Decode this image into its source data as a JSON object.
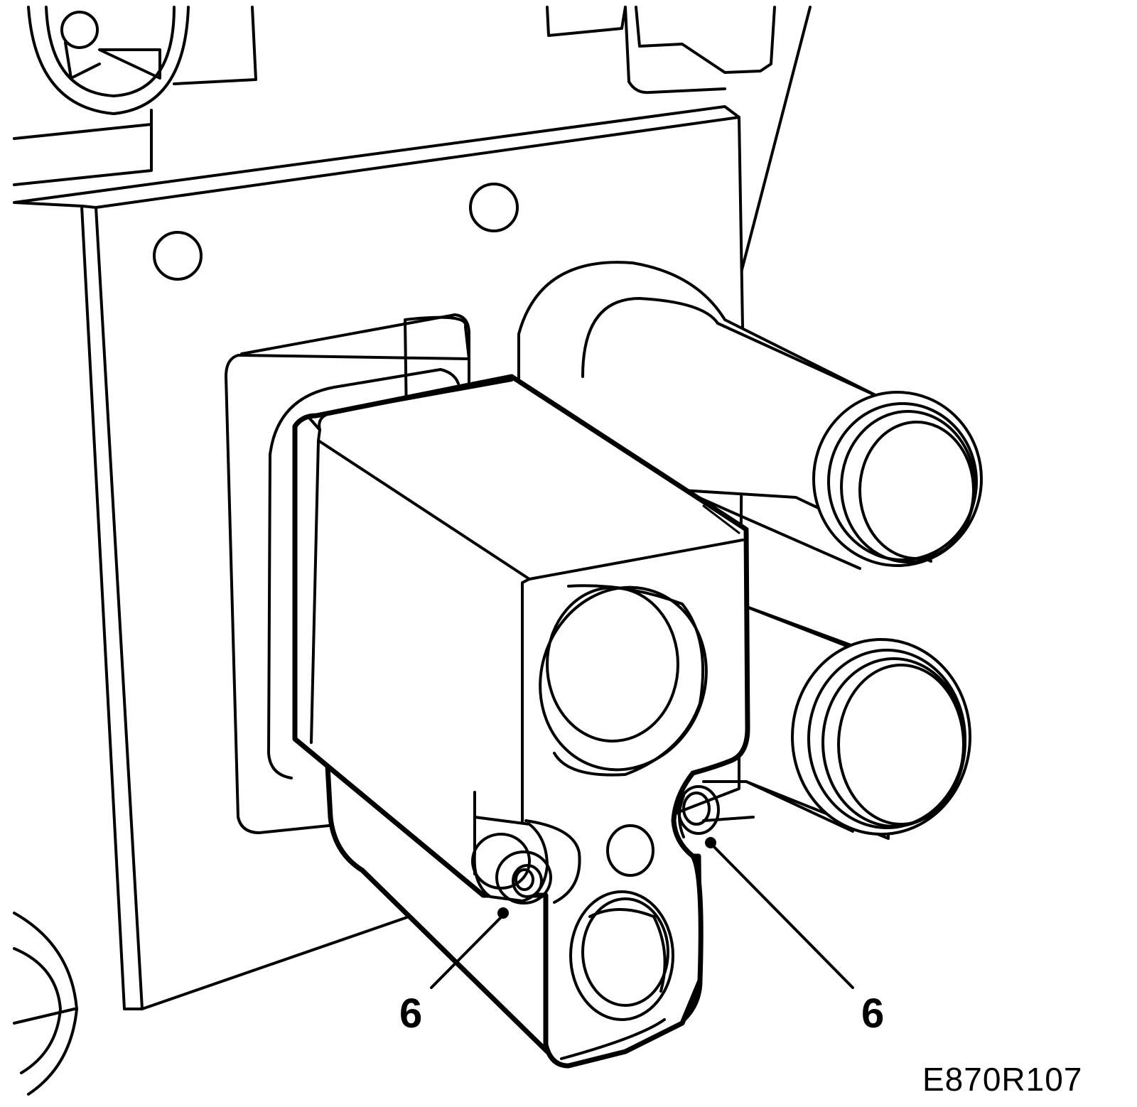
{
  "figure": {
    "code": "E870R107"
  },
  "callouts": [
    {
      "id": "left",
      "label": "6"
    },
    {
      "id": "right",
      "label": "6"
    }
  ],
  "colors": {
    "line": "#000000",
    "background": "#ffffff"
  }
}
